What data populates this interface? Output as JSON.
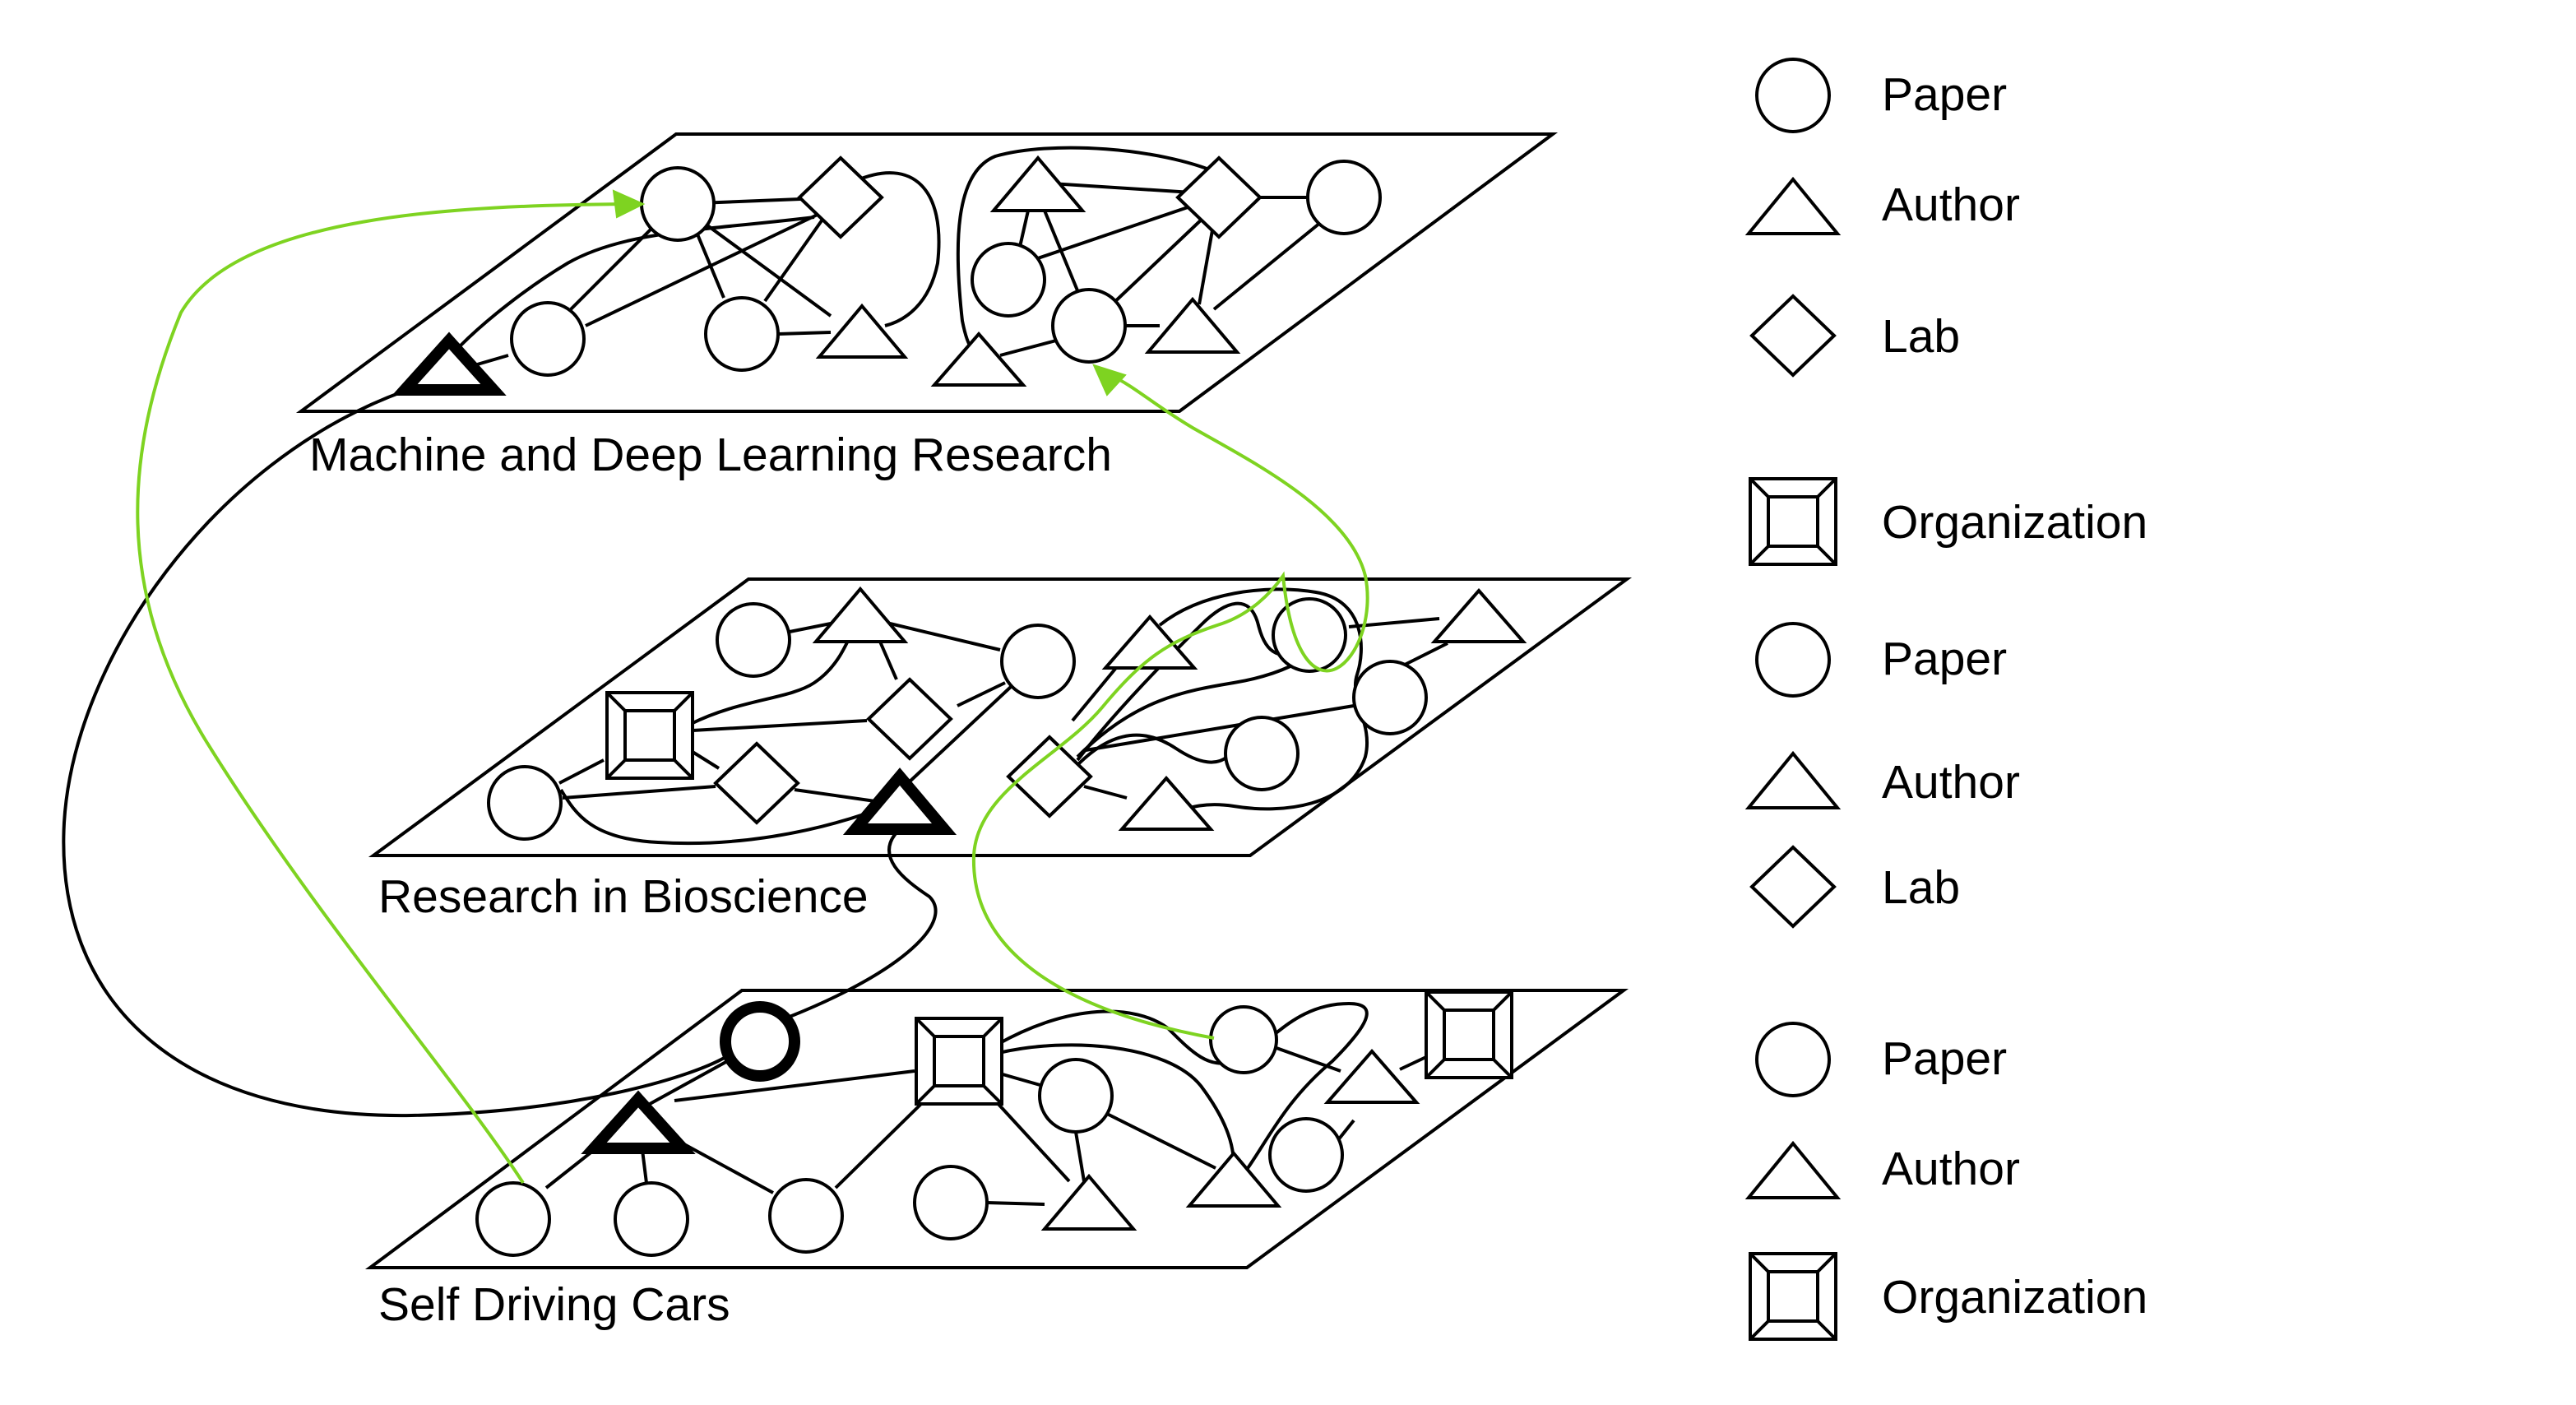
{
  "layers": [
    {
      "id": "ml",
      "label": "Machine and Deep Learning Research"
    },
    {
      "id": "bio",
      "label": "Research in Bioscience"
    },
    {
      "id": "sdc",
      "label": "Self Driving Cars"
    }
  ],
  "legend_groups": [
    {
      "items": [
        {
          "shape": "circle-icon",
          "label": "Paper"
        },
        {
          "shape": "triangle-icon",
          "label": "Author"
        },
        {
          "shape": "diamond-icon",
          "label": "Lab"
        }
      ]
    },
    {
      "items": [
        {
          "shape": "organization-icon",
          "label": "Organization"
        },
        {
          "shape": "circle-icon",
          "label": "Paper"
        },
        {
          "shape": "triangle-icon",
          "label": "Author"
        },
        {
          "shape": "diamond-icon",
          "label": "Lab"
        }
      ]
    },
    {
      "items": [
        {
          "shape": "circle-icon",
          "label": "Paper"
        },
        {
          "shape": "triangle-icon",
          "label": "Author"
        },
        {
          "shape": "organization-icon",
          "label": "Organization"
        }
      ]
    }
  ],
  "colors": {
    "stroke": "#000000",
    "cross_layer_link": "#7ed321",
    "background": "#ffffff"
  }
}
